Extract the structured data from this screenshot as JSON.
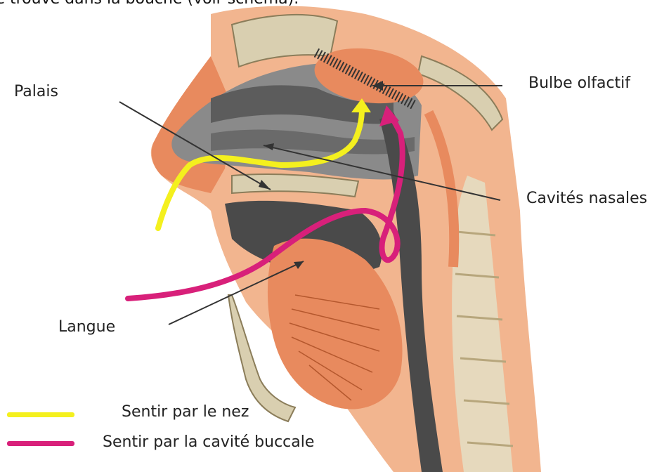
{
  "caption": "se trouve dans la bouche (voir schéma).",
  "labels": {
    "palais": "Palais",
    "bulbe": "Bulbe olfactif",
    "cavites": "Cavités nasales",
    "langue": "Langue"
  },
  "legend": [
    {
      "label": "Sentir par le nez",
      "color": "#f4f01e"
    },
    {
      "label": "Sentir par la cavité buccale",
      "color": "#d8207a"
    }
  ],
  "colors": {
    "flesh": "#e88a5e",
    "flesh_light": "#f2b58f",
    "bone": "#d9cfb0",
    "cavity": "#8a8a8a",
    "dark": "#555555"
  }
}
